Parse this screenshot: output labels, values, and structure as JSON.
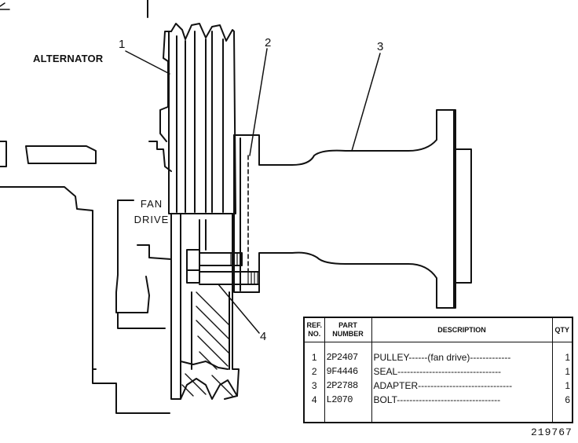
{
  "labels": {
    "alternator": "ALTERNATOR",
    "fan_drive_line1": "FAN",
    "fan_drive_line2": "DRIVE"
  },
  "callouts": [
    "1",
    "2",
    "3",
    "4"
  ],
  "parts_table": {
    "headers": {
      "ref": [
        "REF.",
        "NO."
      ],
      "part": [
        "PART",
        "NUMBER"
      ],
      "description": "DESCRIPTION",
      "qty": "QTY"
    },
    "rows": [
      {
        "ref": "1",
        "part": "2P2407",
        "description": "PULLEY------(fan drive)-------------",
        "qty": "1"
      },
      {
        "ref": "2",
        "part": "9F4446",
        "description": "SEAL---------------------------------",
        "qty": "1"
      },
      {
        "ref": "3",
        "part": "2P2788",
        "description": "ADAPTER------------------------------",
        "qty": "1"
      },
      {
        "ref": "4",
        "part": "L2070",
        "description": "BOLT---------------------------------",
        "qty": "6"
      }
    ]
  },
  "figure_number": "219767"
}
